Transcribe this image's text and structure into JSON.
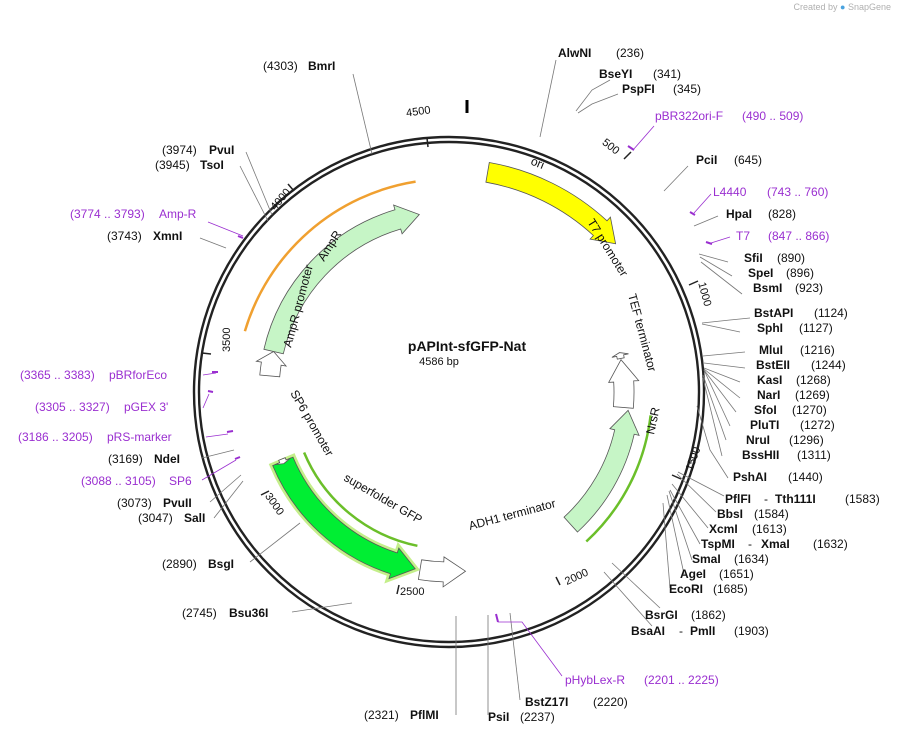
{
  "credit": {
    "prefix": "Created by",
    "brand": "SnapGene"
  },
  "plasmid": {
    "name": "pAPInt-sfGFP-Nat",
    "size_label": "4586 bp",
    "length": 4586
  },
  "ticks": [
    "500",
    "1000",
    "1500",
    "2000",
    "2500",
    "3000",
    "3500",
    "4000",
    "4500"
  ],
  "features": [
    {
      "name": "ori",
      "start": 76,
      "end": 565,
      "fill": "#ffff00",
      "dir": 1,
      "lane": 0,
      "halo": "none"
    },
    {
      "name": "T7 promoter",
      "start": 930,
      "end": 955,
      "fill": "#ffffff",
      "dir": -1,
      "lane": 0,
      "halo": "none"
    },
    {
      "name": "TEF terminator",
      "start": 960,
      "end": 1160,
      "fill": "#ffffff",
      "dir": -1,
      "lane": 0,
      "halo": "none"
    },
    {
      "name": "NrsR",
      "start": 1170,
      "end": 1700,
      "fill": "#c6f5c6",
      "dir": -1,
      "lane": 0,
      "halo": "none"
    },
    {
      "name": "ADH1 terminator",
      "start": 2175,
      "end": 2360,
      "fill": "#ffffff",
      "dir": -1,
      "lane": 0,
      "halo": "none"
    },
    {
      "name": "superfolder GFP",
      "start": 2380,
      "end": 3100,
      "fill": "#00ee33",
      "dir": -1,
      "lane": 0,
      "halo": "#c4ef8a"
    },
    {
      "name": "SP6 promoter",
      "start": 3090,
      "end": 3110,
      "fill": "#ffffff",
      "dir": -1,
      "lane": 0,
      "halo": "none"
    },
    {
      "name": "AmpR promoter",
      "start": 3454,
      "end": 3554,
      "fill": "#ffffff",
      "dir": 1,
      "lane": 0,
      "halo": "none"
    },
    {
      "name": "AmpR",
      "start": 3554,
      "end": 4414,
      "fill": "#c6f5c6",
      "dir": 1,
      "lane": 0,
      "halo": "none"
    }
  ],
  "feature_labels": {
    "ori": "ori",
    "t7": "T7 promoter",
    "tef": "TEF terminator",
    "nrsr": "NrsR",
    "adh1": "ADH1 terminator",
    "sfgfp": "superfolder GFP",
    "sp6": "SP6 promoter",
    "ampr_promoter": "AmpR promoter",
    "ampr": "AmpR"
  },
  "enzymes_right": [
    {
      "name": "AlwNI",
      "pos": "(236)"
    },
    {
      "name": "BseYI",
      "pos": "(341)"
    },
    {
      "name": "PspFI",
      "pos": "(345)"
    },
    {
      "name": "PciI",
      "pos": "(645)"
    },
    {
      "name": "HpaI",
      "pos": "(828)"
    },
    {
      "name": "SfiI",
      "pos": "(890)"
    },
    {
      "name": "SpeI",
      "pos": "(896)"
    },
    {
      "name": "BsmI",
      "pos": "(923)"
    },
    {
      "name": "BstAPI",
      "pos": "(1124)"
    },
    {
      "name": "SphI",
      "pos": "(1127)"
    },
    {
      "name": "MluI",
      "pos": "(1216)"
    },
    {
      "name": "BstEII",
      "pos": "(1244)"
    },
    {
      "name": "KasI",
      "pos": "(1268)"
    },
    {
      "name": "NarI",
      "pos": "(1269)"
    },
    {
      "name": "SfoI",
      "pos": "(1270)"
    },
    {
      "name": "PluTI",
      "pos": "(1272)"
    },
    {
      "name": "NruI",
      "pos": "(1296)"
    },
    {
      "name": "BssHII",
      "pos": "(1311)"
    },
    {
      "name": "PshAI",
      "pos": "(1440)"
    },
    {
      "name": "PflFI",
      "sep": "-",
      "name2": "Tth111I",
      "pos": "(1583)"
    },
    {
      "name": "BbsI",
      "pos": "(1584)"
    },
    {
      "name": "XcmI",
      "pos": "(1613)"
    },
    {
      "name": "TspMI",
      "sep": "-",
      "name2": "XmaI",
      "pos": "(1632)"
    },
    {
      "name": "SmaI",
      "pos": "(1634)"
    },
    {
      "name": "AgeI",
      "pos": "(1651)"
    },
    {
      "name": "EcoRI",
      "pos": "(1685)"
    },
    {
      "name": "BsrGI",
      "pos": "(1862)"
    },
    {
      "name": "BsaAI",
      "sep": "-",
      "name2": "PmlI",
      "pos": "(1903)"
    },
    {
      "name": "BstZ17I",
      "pos": "(2220)"
    }
  ],
  "enzymes_left": [
    {
      "name": "BmrI",
      "pos": "(4303)"
    },
    {
      "name": "PvuI",
      "pos": "(3974)"
    },
    {
      "name": "TsoI",
      "pos": "(3945)"
    },
    {
      "name": "XmnI",
      "pos": "(3743)"
    },
    {
      "name": "NdeI",
      "pos": "(3169)"
    },
    {
      "name": "PvuII",
      "pos": "(3073)"
    },
    {
      "name": "SalI",
      "pos": "(3047)"
    },
    {
      "name": "BsgI",
      "pos": "(2890)"
    },
    {
      "name": "Bsu36I",
      "pos": "(2745)"
    },
    {
      "name": "PflMI",
      "pos": "(2321)"
    },
    {
      "name": "PsiI",
      "pos": "(2237)"
    }
  ],
  "primers_right": [
    {
      "name": "pBR322ori-F",
      "range": "(490 .. 509)"
    },
    {
      "name": "L4440",
      "range": "(743 .. 760)"
    },
    {
      "name": "T7",
      "range": "(847 .. 866)"
    },
    {
      "name": "pHybLex-R",
      "range": "(2201 .. 2225)"
    }
  ],
  "primers_left": [
    {
      "name": "Amp-R",
      "range": "(3774 .. 3793)"
    },
    {
      "name": "pBRforEco",
      "range": "(3365 .. 3383)"
    },
    {
      "name": "pGEX 3'",
      "range": "(3305 .. 3327)"
    },
    {
      "name": "pRS-marker",
      "range": "(3186 .. 3205)"
    },
    {
      "name": "SP6",
      "range": "(3088 .. 3105)"
    }
  ],
  "colors": {
    "backbone": "#222222",
    "primer": "#9a2fd0",
    "enzyme_line": "#777777"
  }
}
